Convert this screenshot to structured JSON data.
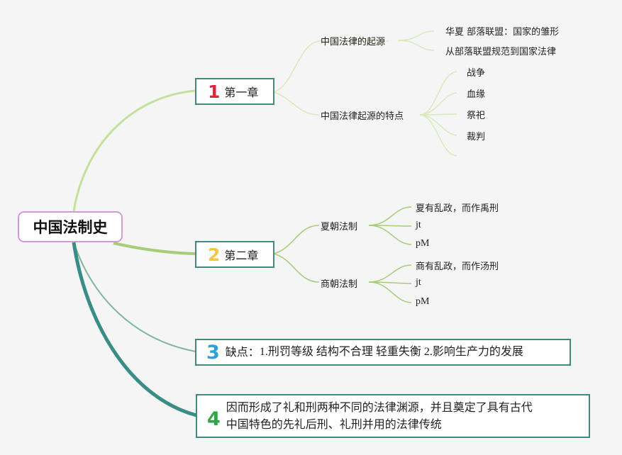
{
  "root": {
    "label": "中国法制史"
  },
  "chapter1": {
    "num": "1",
    "num_color": "#d6293b",
    "label": "第一章",
    "topics": [
      {
        "label": "中国法律的起源",
        "items": [
          "华夏 部落联盟：国家的雏形",
          "从部落联盟规范到国家法律"
        ]
      },
      {
        "label": "中国法律起源的特点",
        "items": [
          "战争",
          "血缘",
          "祭祀",
          "裁判"
        ]
      }
    ]
  },
  "chapter2": {
    "num": "2",
    "num_color": "#f2c744",
    "label": "第二章",
    "topics": [
      {
        "label": "夏朝法制",
        "items": [
          "夏有乱政，而作禹刑",
          "jt",
          "pM"
        ]
      },
      {
        "label": "商朝法制",
        "items": [
          "商有乱政，而作汤刑",
          "jt",
          "pM"
        ]
      }
    ]
  },
  "note3": {
    "num": "3",
    "num_color": "#2aa1d8",
    "prefix": "缺点：",
    "text": "1.刑罚等级 结构不合理 轻重失衡 2.影响生产力的发展"
  },
  "note4": {
    "num": "4",
    "num_color": "#2ea843",
    "line1": "因而形成了礼和刑两种不同的法律渊源，并且奠定了具有古代",
    "line2": "中国特色的先礼后刑、礼刑并用的法律传统"
  }
}
